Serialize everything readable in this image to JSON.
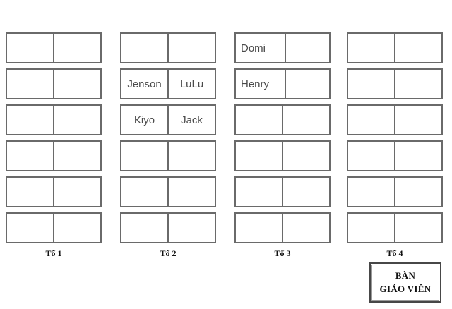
{
  "groups": [
    {
      "label": "Tổ 1",
      "desks": [
        [
          "",
          ""
        ],
        [
          "",
          ""
        ],
        [
          "",
          ""
        ],
        [
          "",
          ""
        ],
        [
          "",
          ""
        ],
        [
          "",
          ""
        ]
      ]
    },
    {
      "label": "Tổ 2",
      "desks": [
        [
          "",
          ""
        ],
        [
          "Jenson",
          "LuLu"
        ],
        [
          "Kiyo",
          "Jack"
        ],
        [
          "",
          ""
        ],
        [
          "",
          ""
        ],
        [
          "",
          ""
        ]
      ]
    },
    {
      "label": "Tổ 3",
      "desks": [
        [
          "Domi",
          ""
        ],
        [
          "Henry",
          ""
        ],
        [
          "",
          ""
        ],
        [
          "",
          ""
        ],
        [
          "",
          ""
        ],
        [
          "",
          ""
        ]
      ]
    },
    {
      "label": "Tổ 4",
      "desks": [
        [
          "",
          ""
        ],
        [
          "",
          ""
        ],
        [
          "",
          ""
        ],
        [
          "",
          ""
        ],
        [
          "",
          ""
        ],
        [
          "",
          ""
        ]
      ]
    }
  ],
  "teacher_desk": {
    "line1": "BÀN",
    "line2": "GIÁO VIÊN"
  },
  "colors": {
    "background": "#ffffff",
    "desk_border": "#6a6a6a",
    "name_text": "#4a4a4a",
    "label_text": "#111111"
  }
}
